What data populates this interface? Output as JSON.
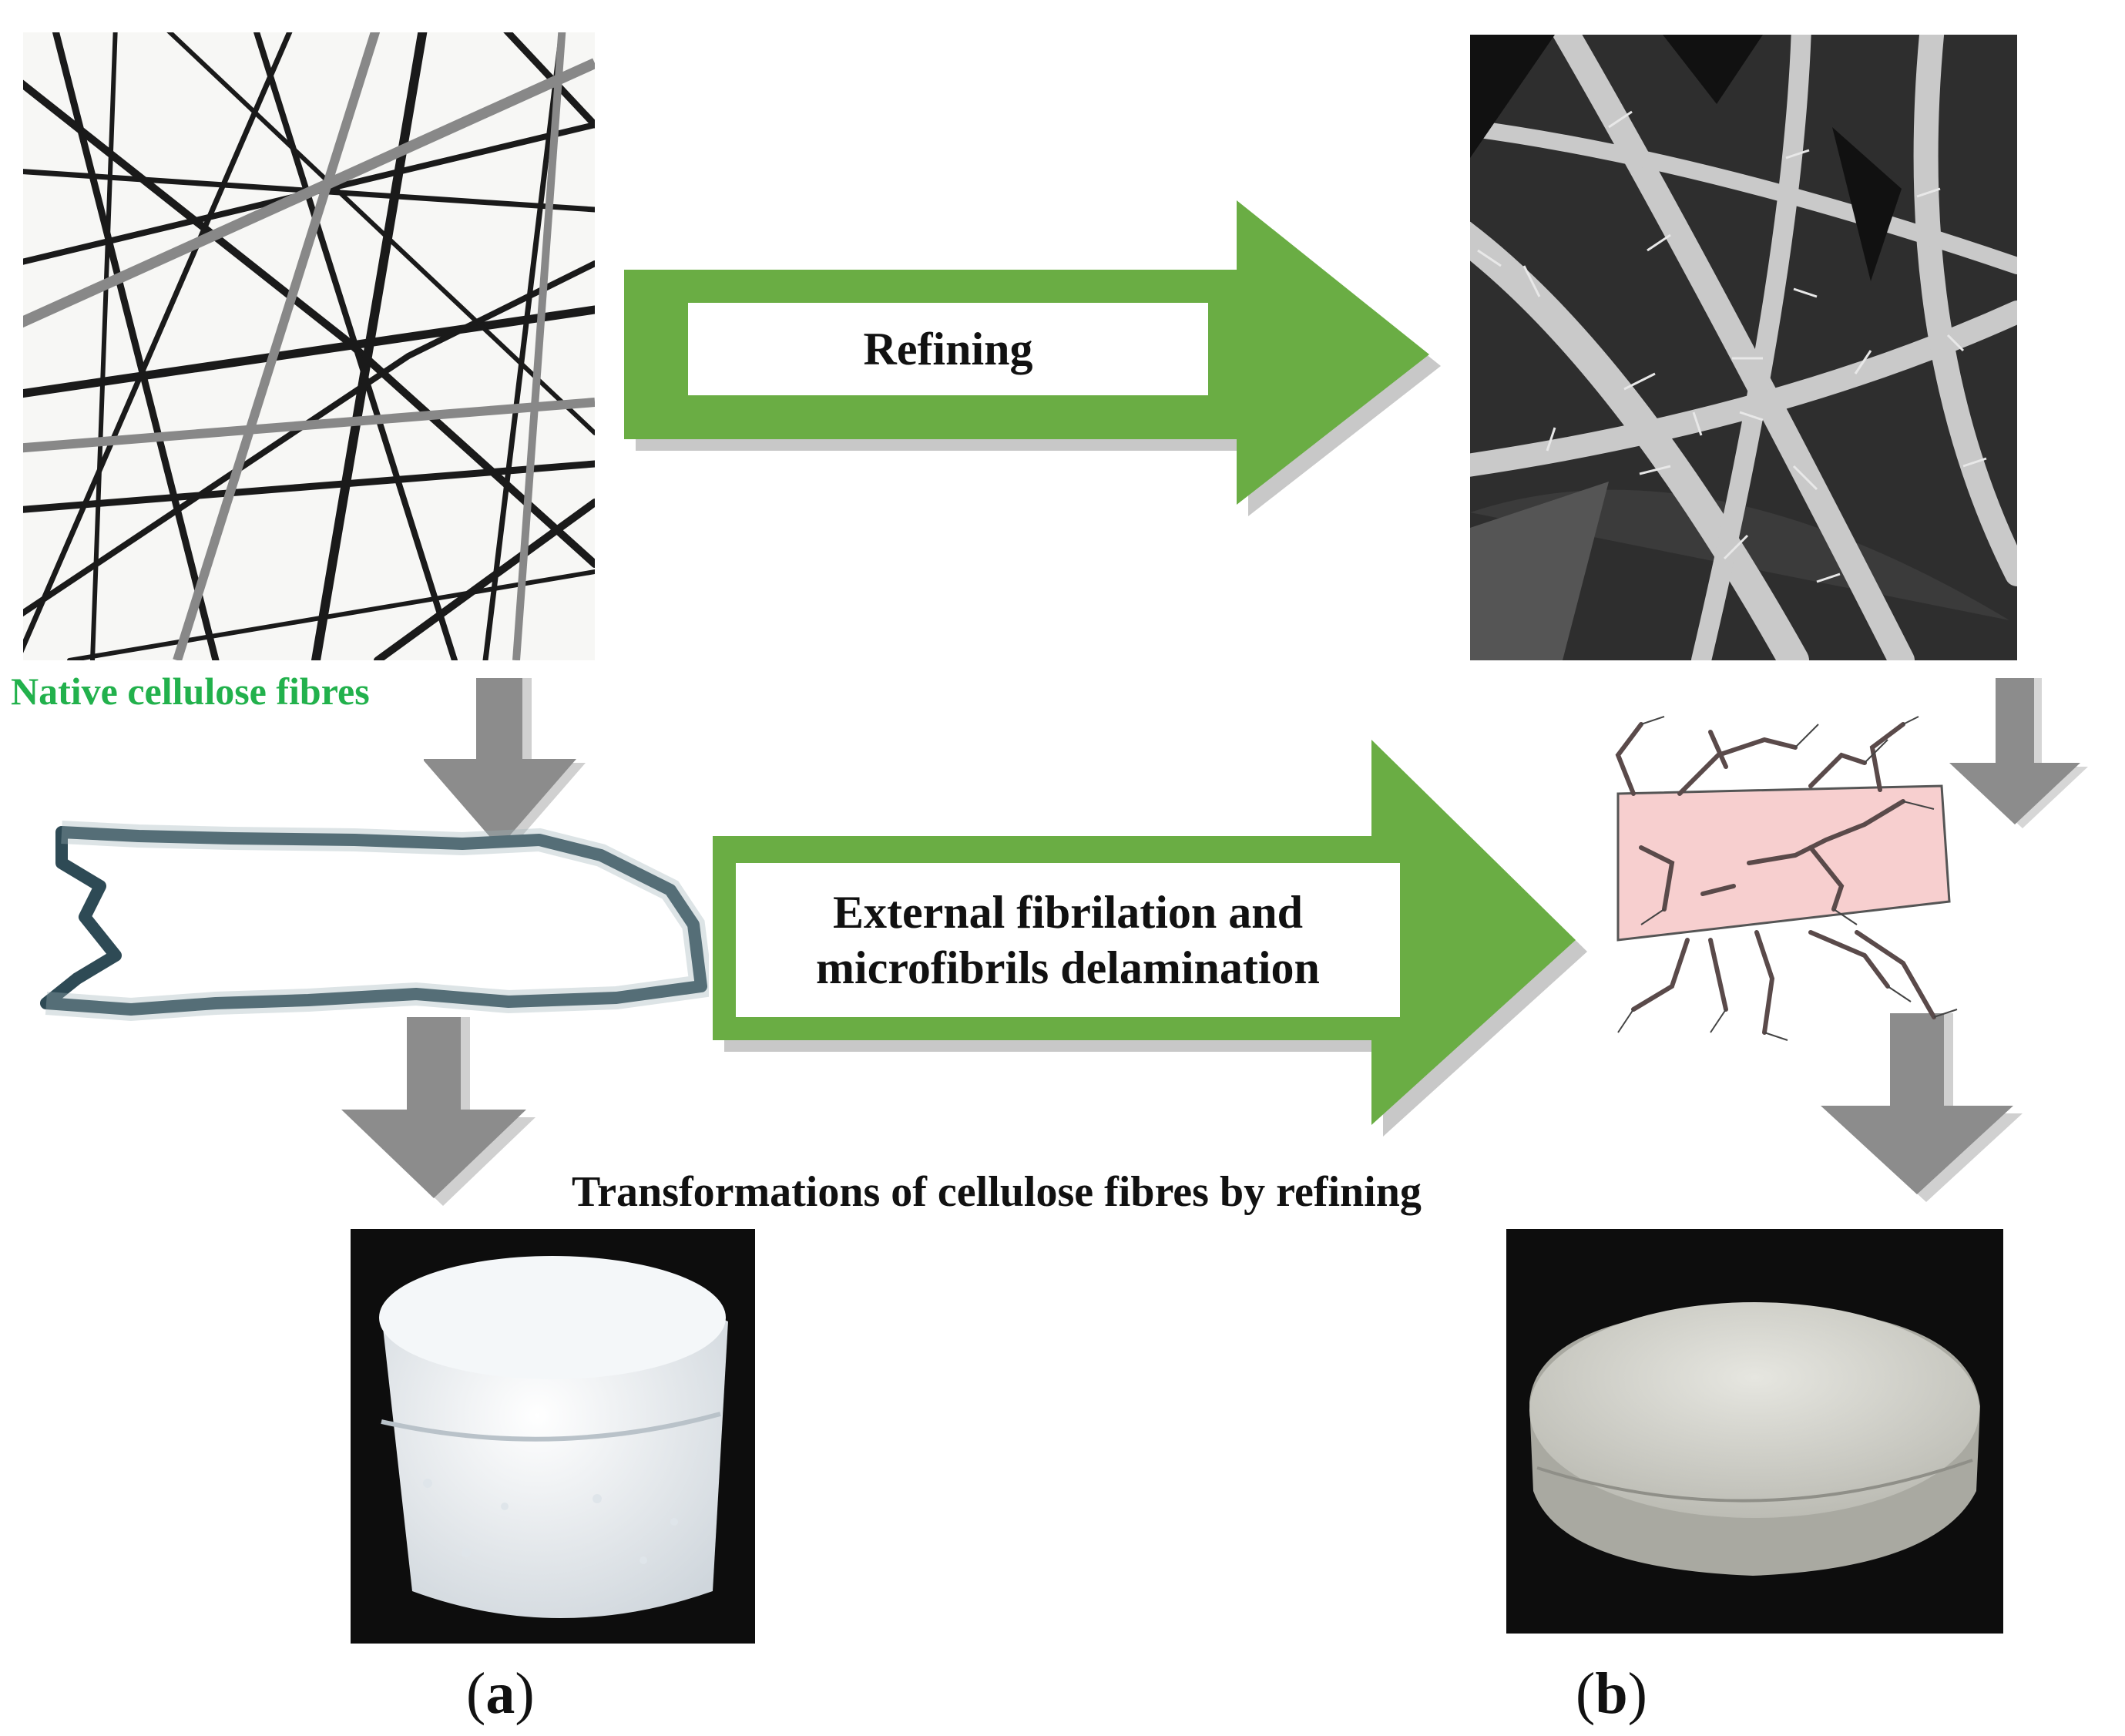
{
  "labels": {
    "native_fibres": "Native cellulose fibres",
    "refining": "Refining",
    "fibrilation_line1": "External fibrilation and",
    "fibrilation_line2": "microfibrils delamination",
    "transformations_title": "Transformations of cellulose fibres by refining",
    "panel_a_open": "(",
    "panel_a_letter": "a",
    "panel_a_close": ")",
    "panel_b_open": "(",
    "panel_b_letter": "b",
    "panel_b_close": ")"
  },
  "colors": {
    "arrow_green": "#6aad44",
    "arrow_shadow": "#c8c8c8",
    "label_green": "#22b14c",
    "gray_arrow": "#8c8c8c",
    "fibre_pink": "#f7cfcf",
    "sem_dark": "#2b2b2b",
    "photo_black": "#0d0d0d"
  },
  "icons": {
    "big_arrow": "right-arrow-icon",
    "small_arrow": "down-arrow-icon"
  }
}
